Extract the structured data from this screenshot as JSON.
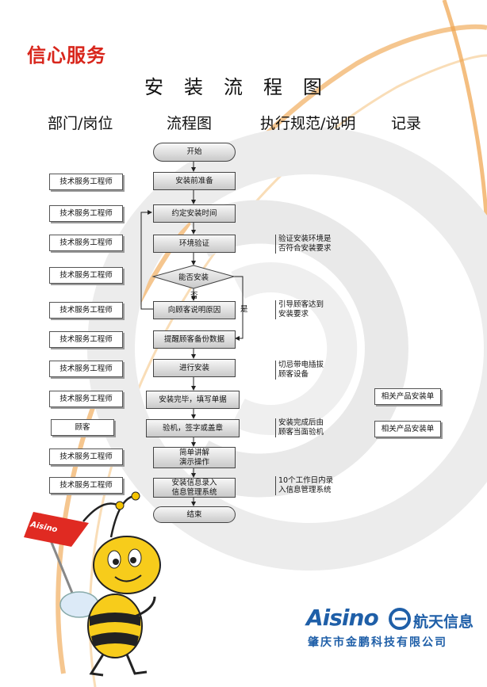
{
  "brand": "信心服务",
  "title": "安装流程图",
  "columns": [
    "部门/岗位",
    "流程图",
    "执行规范/说明",
    "记录"
  ],
  "steps": {
    "start": "开始",
    "prepare": "安装前准备",
    "schedule": "约定安装时间",
    "verify": "环境验证",
    "decision": "能否安装",
    "no_label": "否",
    "yes_label": "是",
    "explain": "向顾客说明原因",
    "backup": "提醒顾客备份数据",
    "install": "进行安装",
    "complete": "安装完毕，填写单据",
    "acceptance": "验机，签字或盖章",
    "demo_line1": "简单讲解",
    "demo_line2": "演示操作",
    "record_line1": "安装信息录入",
    "record_line2": "信息管理系统",
    "end": "结束"
  },
  "roles": [
    "技术服务工程师",
    "技术服务工程师",
    "技术服务工程师",
    "技术服务工程师",
    "技术服务工程师",
    "技术服务工程师",
    "技术服务工程师",
    "技术服务工程师",
    "顾客",
    "技术服务工程师",
    "技术服务工程师"
  ],
  "notes": {
    "verify_1": "验证安装环境是",
    "verify_2": "否符合安装要求",
    "explain_1": "引导顾客达到",
    "explain_2": "安装要求",
    "install_1": "切忌带电插拔",
    "install_2": "顾客设备",
    "accept_1": "安装完成后由",
    "accept_2": "顾客当面验机",
    "record_1": "10个工作日内录",
    "record_2": "入信息管理系统"
  },
  "records": [
    "相关产品安装单",
    "相关产品安装单"
  ],
  "mascot_flag": "Aisino",
  "logo": {
    "aisino": "Aisino",
    "hangtian": "航天信息",
    "company": "肇庆市金鹏科技有限公司"
  },
  "colors": {
    "brand_red": "#d8261c",
    "logo_blue": "#1f5fa8",
    "swoosh_orange": "#f0a34a"
  }
}
